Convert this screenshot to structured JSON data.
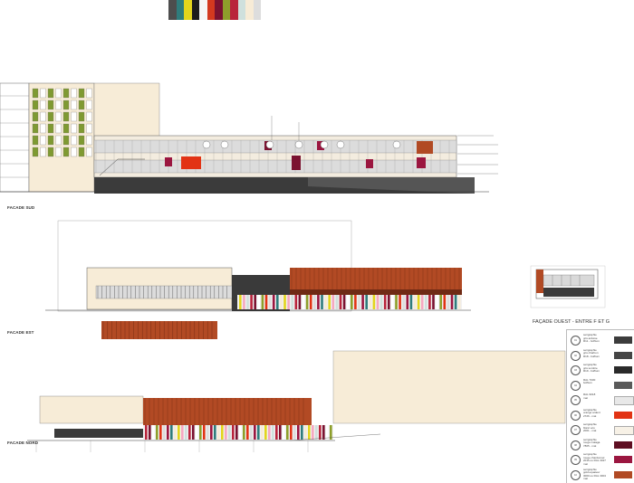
{
  "palette": [
    "#4d4d4d",
    "#2f7c7c",
    "#e3d51c",
    "#1c1c1c",
    "#f6f6f6",
    "#d3391f",
    "#7b1230",
    "#8e9f2b",
    "#b9243c",
    "#cfe0dd",
    "#f7ebd6",
    "#dddddd"
  ],
  "elevations": {
    "sud": "FACADE SUD",
    "est": "FACADE EST",
    "nord": "FACADE NORD",
    "ouest": "FAÇADE OUEST - ENTRE F ET G"
  },
  "legend": [
    {
      "code": "01",
      "text": "serigraphie\ngris ardoise\nR11 - boffium",
      "color": "#3c3c3c"
    },
    {
      "code": "02",
      "text": "serigraphie\ngris charbon\nR18 - boffium",
      "color": "#454545"
    },
    {
      "code": "03",
      "text": "serigraphie\ngris sombre\nR19 - boffium",
      "color": "#2a2a2a"
    },
    {
      "code": "04",
      "text": "RAL 7030\nboffium",
      "color": "#5a5a5a"
    },
    {
      "code": "05",
      "text": "RAL 9018\nmat",
      "color": "#e8e8e8"
    },
    {
      "code": "06",
      "text": "serigraphie\norange ardent\n2726 - mat",
      "color": "#e23314"
    },
    {
      "code": "07",
      "text": "serigraphie\nblanc eco\n2001 - mat",
      "color": "#f7f1e6"
    },
    {
      "code": "08",
      "text": "serigraphie\nrouge malaga\n7805 - mat",
      "color": "#5e0f22"
    },
    {
      "code": "09",
      "text": "serigraphie\nrouge chardonnel\n2016 ou RAL 3027\nmat",
      "color": "#9b1640"
    },
    {
      "code": "10",
      "text": "serigraphie\ngold equateur\n3000 ou RAL 3004\nmat",
      "color": "#b14a24"
    }
  ]
}
